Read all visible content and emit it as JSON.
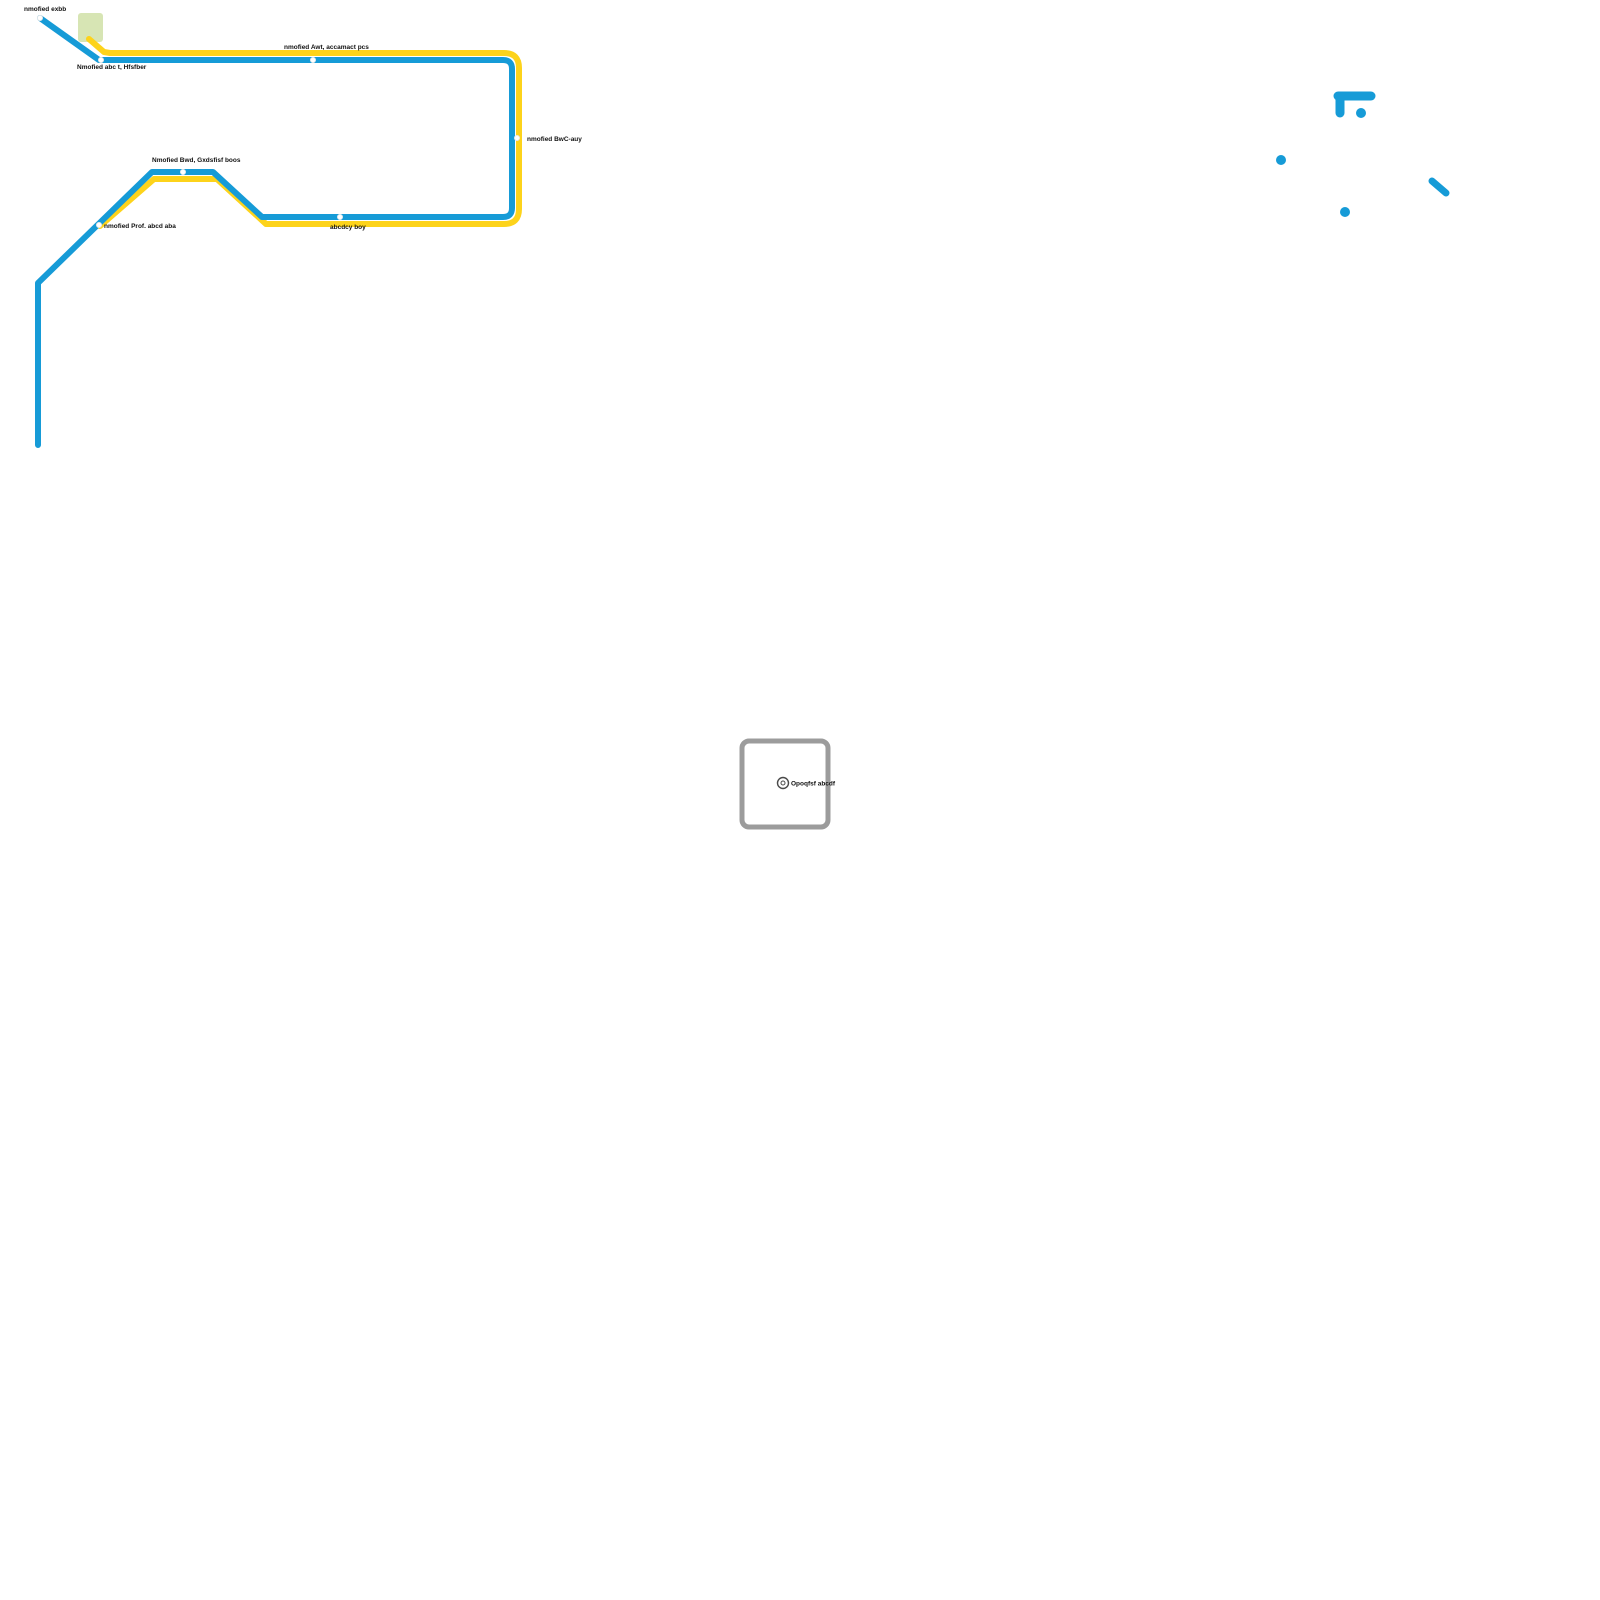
{
  "map": {
    "colors": {
      "line_blue": "#169bd7",
      "line_yellow": "#fdd31b",
      "park_green": "#d7e5b4",
      "legend_gray": "#9c9c9c",
      "label_black": "#111111"
    },
    "stations": [
      {
        "id": "terminus-northwest",
        "label": "nmofied exbb"
      },
      {
        "id": "corner-west",
        "label": "Nmofied abc t, Hfsfber"
      },
      {
        "id": "top-mid",
        "label": "nmofied Awt, accamact pcs"
      },
      {
        "id": "east-side",
        "label": "nmofied BwC-auy"
      },
      {
        "id": "bottom-mid",
        "label": "abcdcy boy"
      },
      {
        "id": "ridge-west",
        "label": "Nmofied Bwd, Gxdsfisf boos"
      },
      {
        "id": "yellow-terminus",
        "label": "nmofied Prof. abcd aba"
      }
    ],
    "legend": {
      "label": "Opoqfsf abcdf"
    }
  }
}
